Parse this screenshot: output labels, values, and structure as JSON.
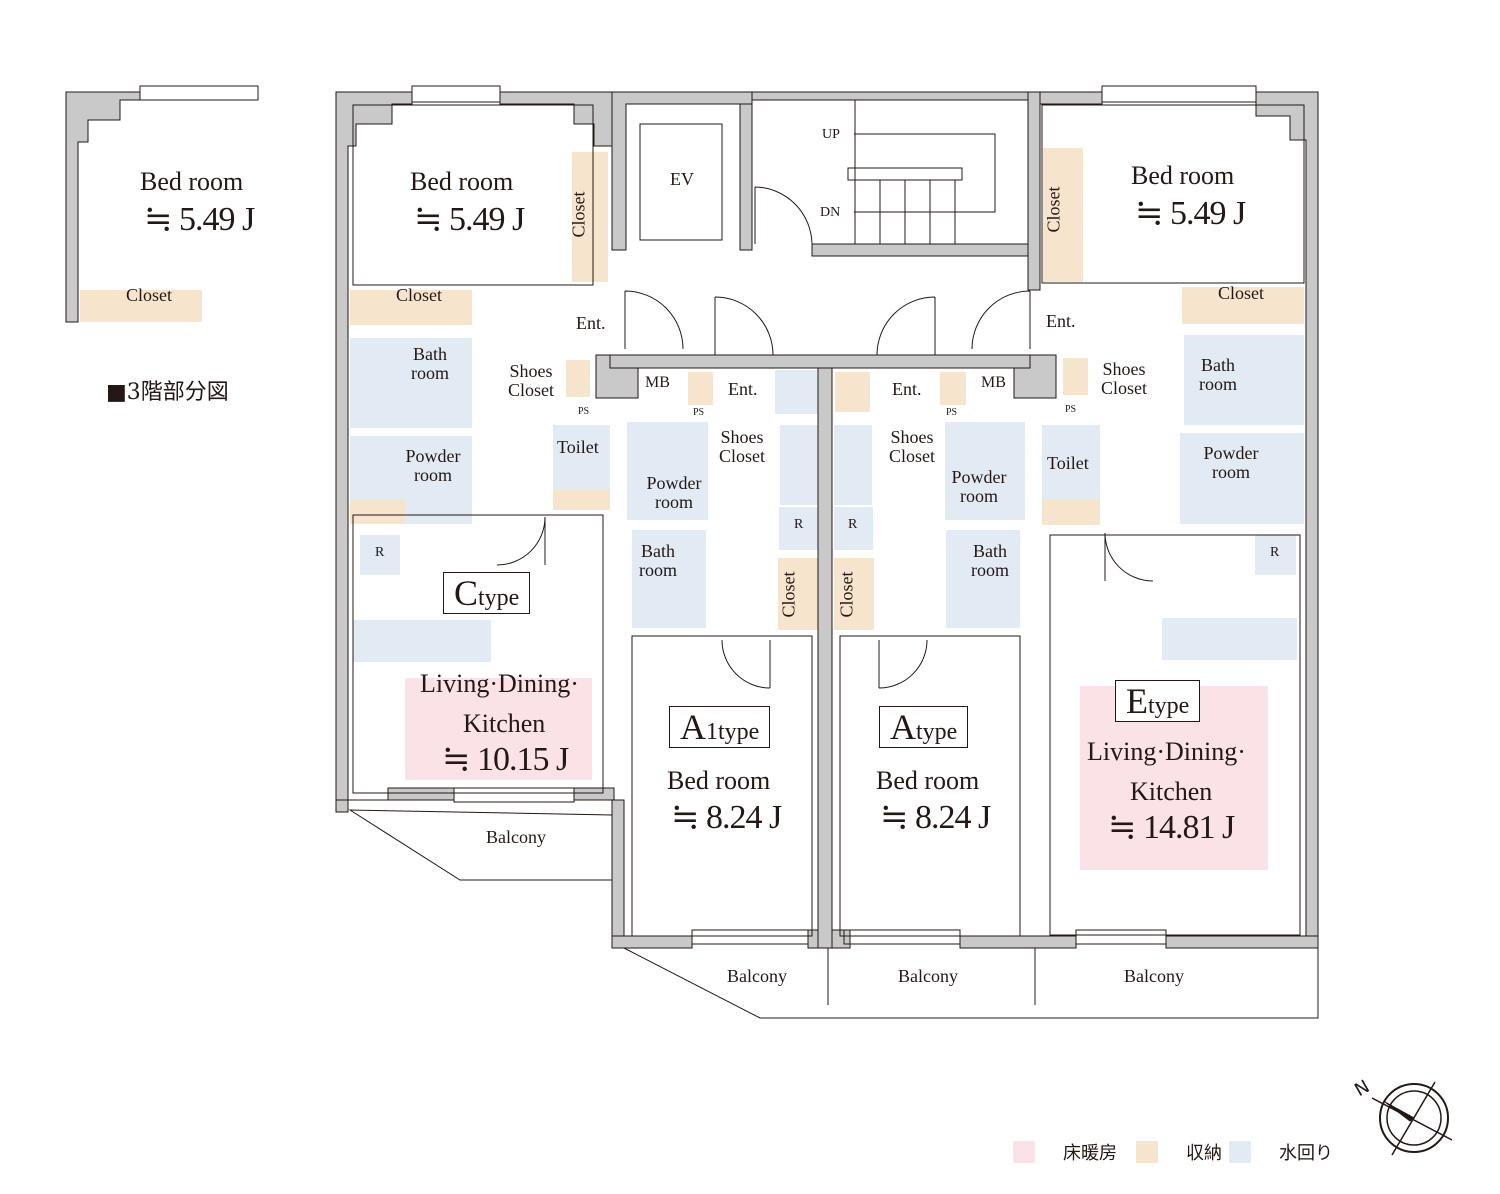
{
  "colors": {
    "floor_heating": "#fae2e7",
    "storage": "#f6e4cc",
    "water": "#e2eaf4",
    "wall": "#c9c9c9",
    "line": "#231815"
  },
  "inset": {
    "caption": "■3階部分図",
    "bedroom": "Bed room",
    "bedroom_area": "≒ 5.49 J",
    "closet": "Closet"
  },
  "core": {
    "ev": "EV",
    "up": "UP",
    "dn": "DN"
  },
  "c_type": {
    "type_letter": "C",
    "type_suffix": "type",
    "bedroom": "Bed room",
    "bedroom_area": "≒ 5.49 J",
    "closet_vertical": "Closet",
    "closet": "Closet",
    "ent": "Ent.",
    "bath": "Bath room",
    "shoes": "Shoes Closet",
    "powder": "Powder room",
    "toilet": "Toilet",
    "ps": "PS",
    "mb": "MB",
    "r": "R",
    "ldk_line1": "Living·Dining·",
    "ldk_line2": "Kitchen",
    "ldk_area": "≒ 10.15 J",
    "balcony": "Balcony"
  },
  "a1_type": {
    "type_letter": "A",
    "type_suffix": "1type",
    "ent": "Ent.",
    "shoes": "Shoes Closet",
    "ps": "PS",
    "powder": "Powder room",
    "bath": "Bath room",
    "r": "R",
    "closet": "Closet",
    "bedroom": "Bed room",
    "bedroom_area": "≒ 8.24 J",
    "balcony": "Balcony"
  },
  "a_type": {
    "type_letter": "A",
    "type_suffix": "type",
    "ent": "Ent.",
    "mb": "MB",
    "shoes": "Shoes Closet",
    "ps": "PS",
    "powder": "Powder room",
    "bath": "Bath room",
    "r": "R",
    "closet": "Closet",
    "bedroom": "Bed room",
    "bedroom_area": "≒ 8.24 J",
    "balcony": "Balcony"
  },
  "e_type": {
    "type_letter": "E",
    "type_suffix": "type",
    "bedroom": "Bed room",
    "bedroom_area": "≒ 5.49 J",
    "closet_vertical": "Closet",
    "closet": "Closet",
    "ent": "Ent.",
    "shoes": "Shoes Closet",
    "ps": "PS",
    "bath": "Bath room",
    "toilet": "Toilet",
    "powder": "Powder room",
    "r": "R",
    "ldk_line1": "Living·Dining·",
    "ldk_line2": "Kitchen",
    "ldk_area": "≒ 14.81 J",
    "balcony": "Balcony"
  },
  "legend": [
    {
      "label": "床暖房",
      "color": "#fae2e7"
    },
    {
      "label": "収納",
      "color": "#f6e4cc"
    },
    {
      "label": "水回り",
      "color": "#e2eaf4"
    }
  ],
  "compass": {
    "north": "N"
  }
}
